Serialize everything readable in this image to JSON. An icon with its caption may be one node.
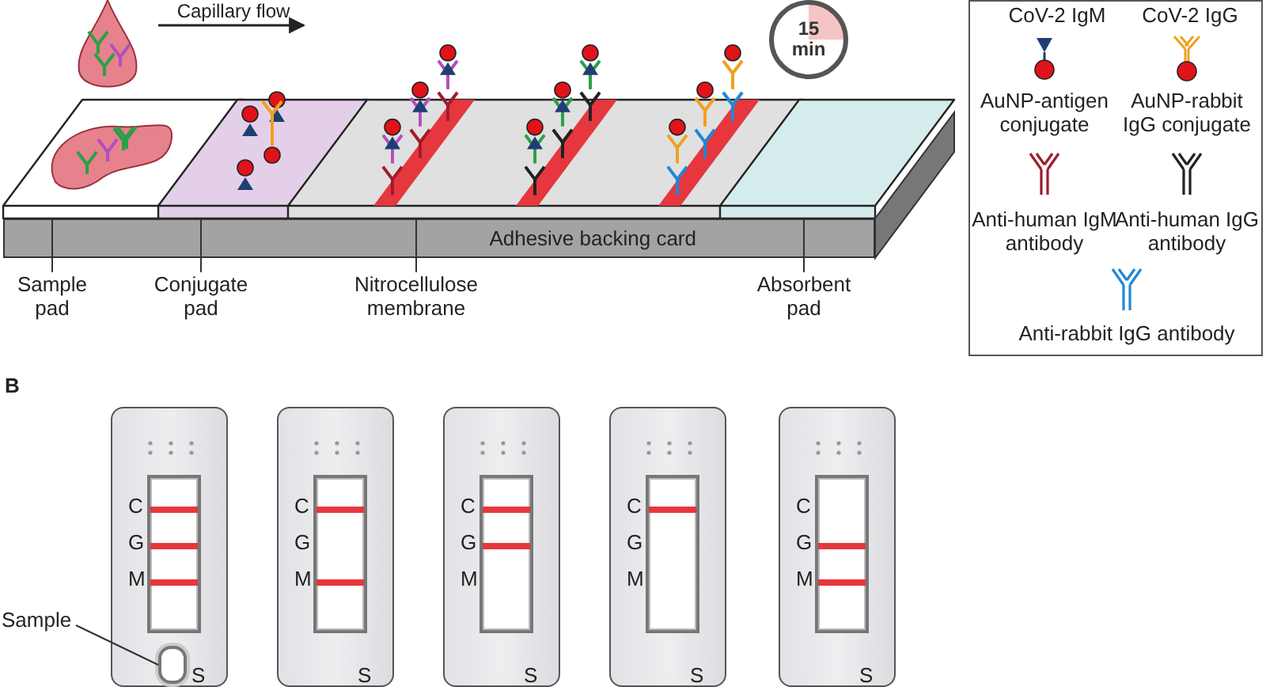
{
  "diagram": {
    "nodes": [
      {
        "text": [
          "15 min"
        ]
      },
      {
        "text": [],
        "shape": "box"
      },
      {
        "text": [],
        "shape": "box"
      },
      {
        "text": [],
        "shape": "box"
      },
      {
        "text": [],
        "shape": "box"
      },
      {
        "text": [
          "Adhesive backing card"
        ]
      },
      {
        "text": [
          "Sample pad"
        ]
      },
      {
        "text": [
          "Conjugate pad"
        ]
      },
      {
        "text": [
          "Nitrocellulose membrane"
        ]
      },
      {
        "text": [
          "Absorbent pad"
        ]
      },
      {
        "text": [
          "Sample"
        ]
      },
      {
        "text": [
          "C",
          "G",
          "M",
          "S"
        ]
      },
      {
        "text": [],
        "shape": "box",
        "in": 11
      },
      {
        "text": [
          "C",
          "G",
          "M",
          "S"
        ]
      },
      {
        "text": [
          "C",
          "G",
          "M",
          "S"
        ]
      },
      {
        "text": [
          "C",
          "G",
          "M",
          "S"
        ]
      },
      {
        "text": [
          "C",
          "G",
          "M",
          "S"
        ]
      }
    ],
    "edges": [
      {
        "from": 6,
        "to": 1,
        "arrow": "none"
      },
      {
        "from": 7,
        "to": 2,
        "arrow": "none"
      },
      {
        "from": 8,
        "to": 3,
        "arrow": "none"
      },
      {
        "from": 9,
        "to": 4,
        "arrow": "none"
      },
      {
        "from": 10,
        "to": 12,
        "arrow": "none"
      }
    ],
    "labels": [
      "Capillary flow",
      "B"
    ],
    "legend": [
      {
        "text": "CoV-2 IgM"
      },
      {
        "text": "CoV-2 IgG"
      },
      {
        "text": "AuNP-antigen conjugate"
      },
      {
        "text": "AuNP-rabbit IgG conjugate"
      },
      {
        "text": "Anti-human IgM antibody"
      },
      {
        "text": "Anti-human IgG antibody"
      },
      {
        "text": "Anti-rabbit IgG antibody"
      }
    ]
  }
}
